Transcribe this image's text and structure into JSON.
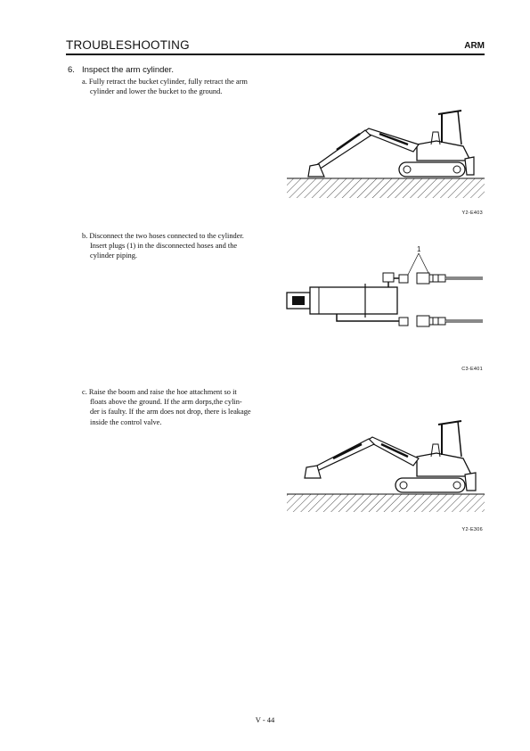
{
  "header": {
    "section": "TROUBLESHOOTING",
    "chapter": "ARM"
  },
  "step": {
    "number": "6.",
    "title": "Inspect the arm cylinder."
  },
  "substeps": [
    {
      "lines": [
        "a. Fully retract the bucket cylinder, fully retract the arm",
        "cylinder and lower the bucket to the ground."
      ],
      "figure_code": "Y2-E403"
    },
    {
      "lines": [
        "b. Disconnect the two hoses connected to the cylinder.",
        "Insert plugs (1) in the disconnected hoses and the",
        "cylinder piping."
      ],
      "figure_code": "C3-E401",
      "callout": "1"
    },
    {
      "lines": [
        "c. Raise the boom and raise the hoe attachment so it",
        "floats above the ground. If the arm dorps,the cylin-",
        "der is faulty. If the arm does not drop, there is leakage",
        "inside the control valve."
      ],
      "figure_code": "Y2-E306"
    }
  ],
  "footer": {
    "page": "V - 44"
  }
}
